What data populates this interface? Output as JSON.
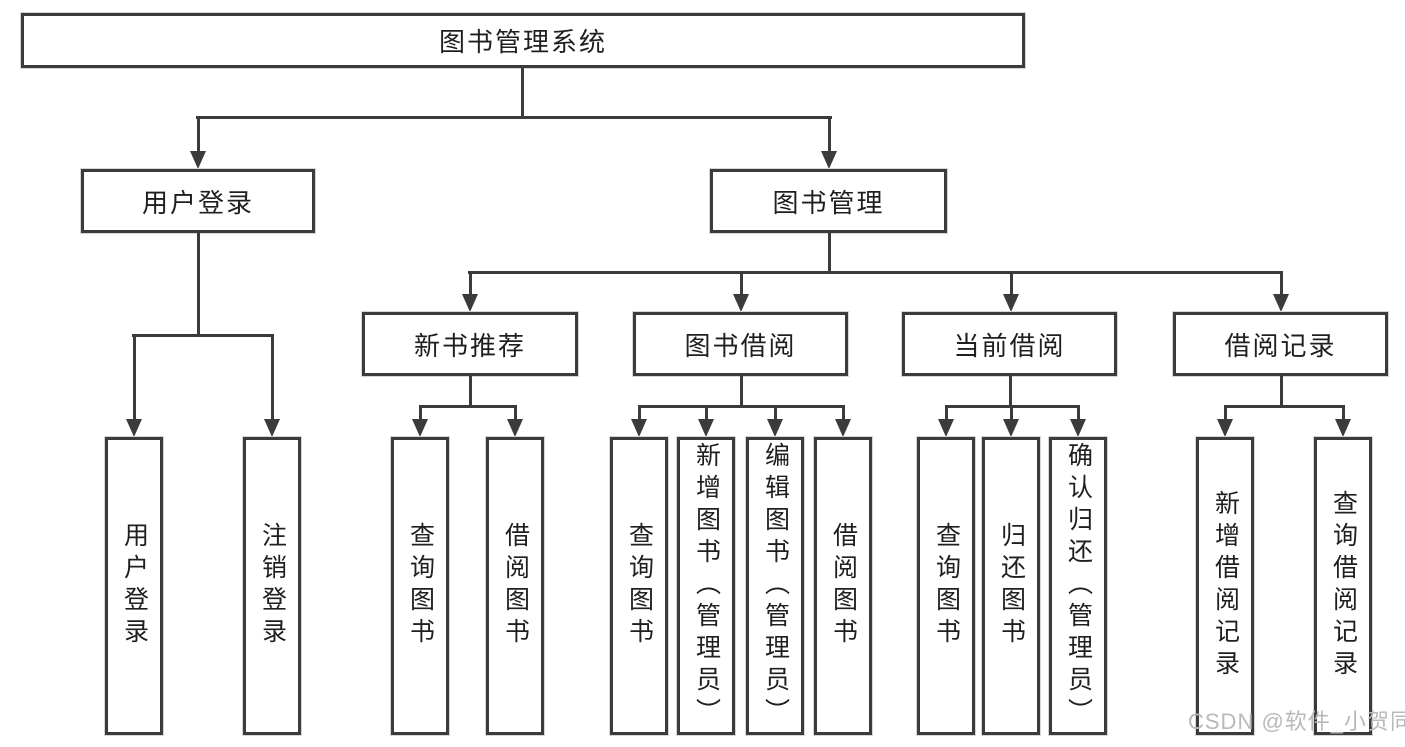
{
  "diagram": {
    "title": "图书管理系统",
    "level1": [
      {
        "label": "用户登录"
      },
      {
        "label": "图书管理"
      }
    ],
    "level2": [
      {
        "label": "新书推荐"
      },
      {
        "label": "图书借阅"
      },
      {
        "label": "当前借阅"
      },
      {
        "label": "借阅记录"
      }
    ],
    "leaves": [
      {
        "label": "用户登录"
      },
      {
        "label": "注销登录"
      },
      {
        "label": "查询图书"
      },
      {
        "label": "借阅图书"
      },
      {
        "label": "查询图书"
      },
      {
        "label": "新增图书（管理员）"
      },
      {
        "label": "编辑图书（管理员）"
      },
      {
        "label": "借阅图书"
      },
      {
        "label": "查询图书"
      },
      {
        "label": "归还图书"
      },
      {
        "label": "确认归还（管理员）"
      },
      {
        "label": "新增借阅记录"
      },
      {
        "label": "查询借阅记录"
      }
    ],
    "colors": {
      "line": "#3b3b3b",
      "text": "#1f1f1f",
      "watermark_text": "#b9b9b9",
      "background": "#ffffff"
    }
  },
  "watermark": {
    "text": "CSDN @软件_小贺同学"
  }
}
